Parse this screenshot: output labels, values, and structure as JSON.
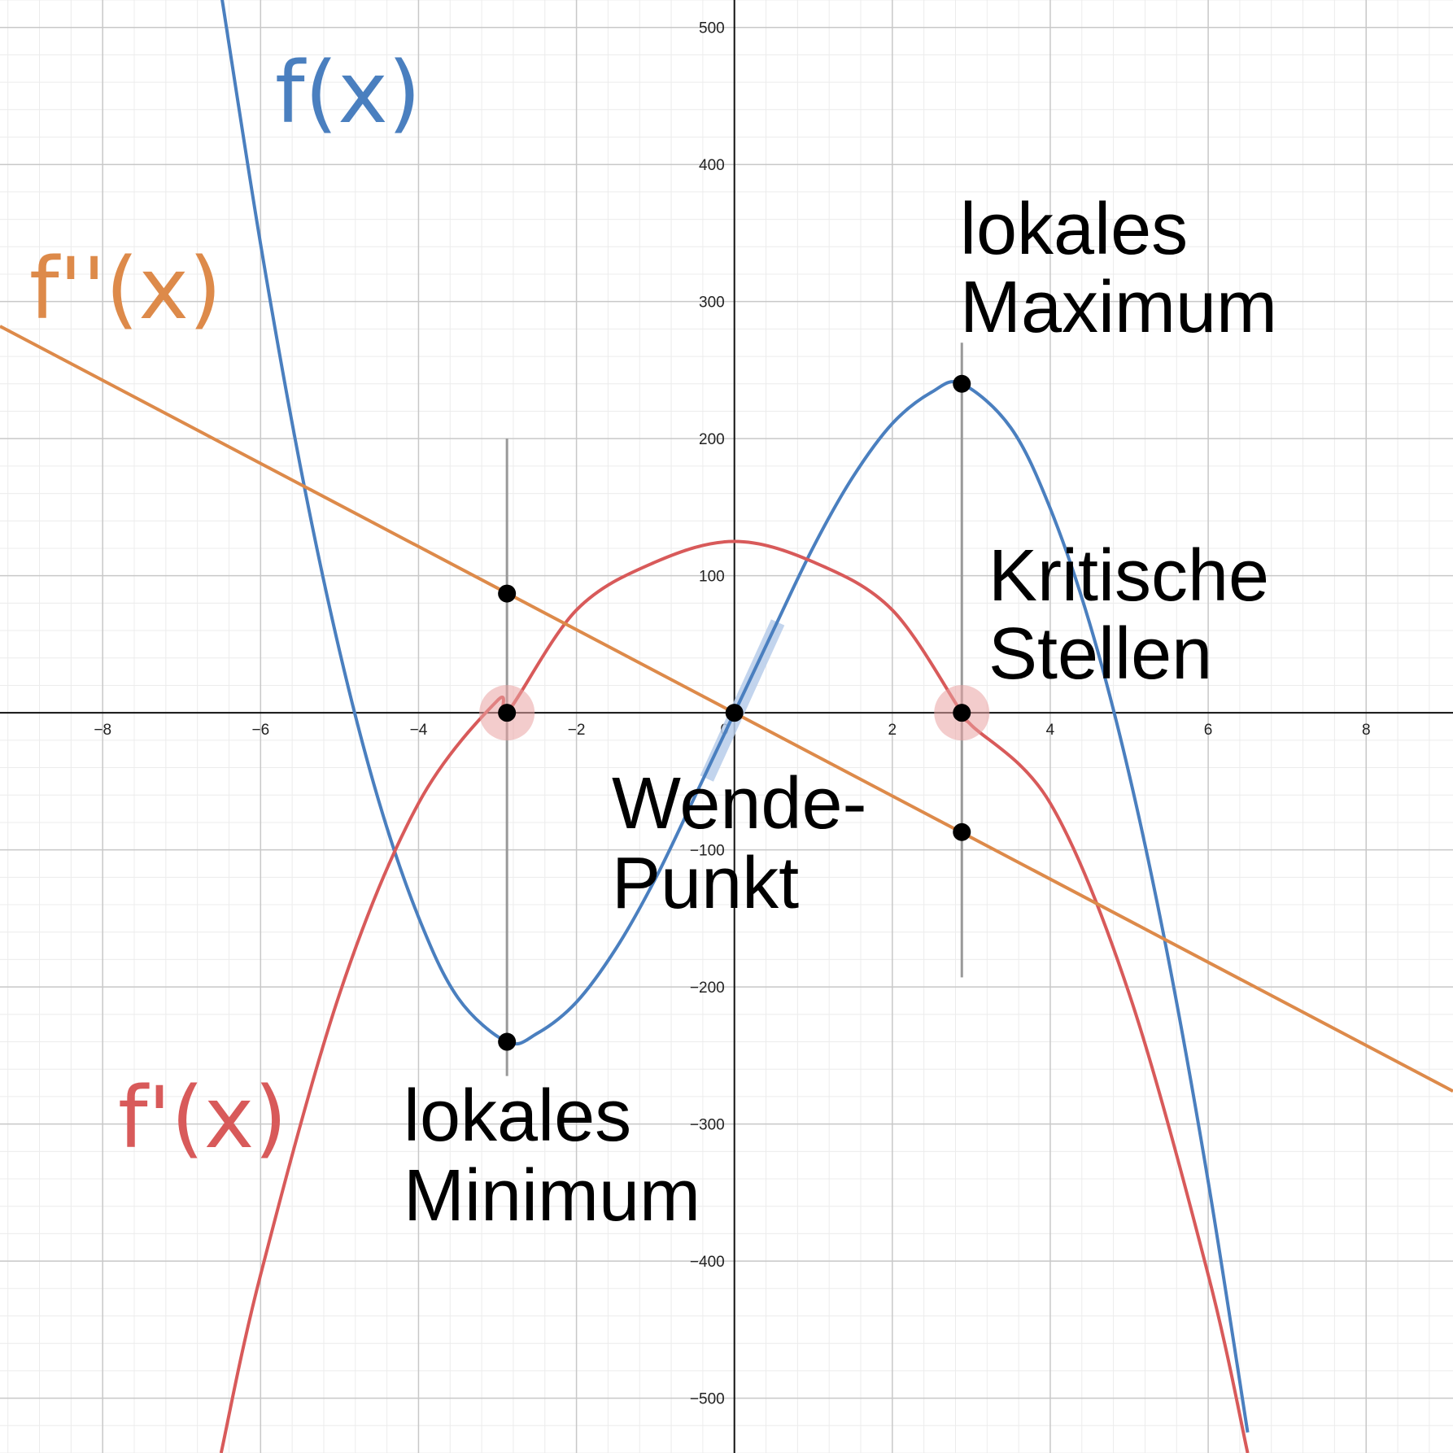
{
  "chart_data": {
    "type": "line",
    "title": "",
    "xlabel": "",
    "ylabel": "",
    "xlim": [
      -9.3,
      9.1
    ],
    "ylim": [
      -540,
      520
    ],
    "x_ticks": [
      {
        "value": -8,
        "label": "−8"
      },
      {
        "value": -6,
        "label": "−6"
      },
      {
        "value": -4,
        "label": "−4"
      },
      {
        "value": -2,
        "label": "−2"
      },
      {
        "value": 0,
        "label": "0"
      },
      {
        "value": 2,
        "label": "2"
      },
      {
        "value": 4,
        "label": "4"
      },
      {
        "value": 6,
        "label": "6"
      },
      {
        "value": 8,
        "label": "8"
      }
    ],
    "y_ticks": [
      {
        "value": 500,
        "label": "500"
      },
      {
        "value": 400,
        "label": "400"
      },
      {
        "value": 300,
        "label": "300"
      },
      {
        "value": 200,
        "label": "200"
      },
      {
        "value": 100,
        "label": "100"
      },
      {
        "value": -100,
        "label": "−100"
      },
      {
        "value": -200,
        "label": "−200"
      },
      {
        "value": -300,
        "label": "−300"
      },
      {
        "value": -400,
        "label": "−400"
      },
      {
        "value": -500,
        "label": "−500"
      }
    ],
    "grid": true,
    "series": [
      {
        "name": "f(x)",
        "color": "#4a7fbf",
        "x": [
          -6.5,
          -6,
          -5.5,
          -5,
          -4.5,
          -4,
          -3.5,
          -2.88,
          -2.5,
          -2,
          -1.5,
          -1,
          -0.5,
          0,
          0.5,
          1,
          1.5,
          2,
          2.5,
          2.88,
          3.5,
          4,
          4.5,
          5,
          5.5,
          6,
          6.5
        ],
        "y": [
          525,
          342,
          181,
          45,
          -65,
          -149,
          -208,
          -240,
          -234,
          -211,
          -172,
          -121,
          -61,
          0,
          61,
          121,
          172,
          211,
          234,
          240,
          208,
          149,
          65,
          -45,
          -181,
          -342,
          -525
        ]
      },
      {
        "name": "f'(x)",
        "color": "#d85a5a",
        "x": [
          -6.5,
          -6,
          -5,
          -4,
          -3,
          -2.88,
          -2,
          -1,
          0,
          1,
          2,
          2.88,
          3,
          4,
          5,
          6,
          6.5
        ],
        "y": [
          -540,
          -410,
          -205,
          -66,
          9,
          0,
          75,
          110,
          125,
          110,
          75,
          0,
          -9,
          -66,
          -205,
          -410,
          -540
        ]
      },
      {
        "name": "f''(x)",
        "color": "#dd8a4a",
        "x": [
          -9.3,
          9.1
        ],
        "y": [
          282,
          -276
        ]
      }
    ],
    "points": [
      {
        "x": -2.88,
        "y": 0,
        "highlight": true
      },
      {
        "x": 2.88,
        "y": 0,
        "highlight": true
      },
      {
        "x": -2.88,
        "y": -240
      },
      {
        "x": 2.88,
        "y": 240
      },
      {
        "x": -2.88,
        "y": 87
      },
      {
        "x": 2.88,
        "y": -87
      },
      {
        "x": 0,
        "y": 0
      }
    ],
    "vertical_segments": [
      {
        "x": -2.88,
        "y1": 200,
        "y2": -265
      },
      {
        "x": 2.88,
        "y1": 270,
        "y2": -193
      }
    ],
    "tangent_highlight": {
      "x1": -0.35,
      "y1": -48,
      "x2": 0.55,
      "y2": 66
    }
  },
  "annotations": {
    "f_label": "f(x)",
    "f_prime_label": "f'(x)",
    "f_double_prime_label": "f''(x)",
    "lokales_maximum": [
      "lokales",
      "Maximum"
    ],
    "kritische_stellen": [
      "Kritische",
      "Stellen"
    ],
    "wendepunkt": [
      "Wende-",
      "Punkt"
    ],
    "lokales_minimum": [
      "lokales",
      "Minimum"
    ]
  }
}
